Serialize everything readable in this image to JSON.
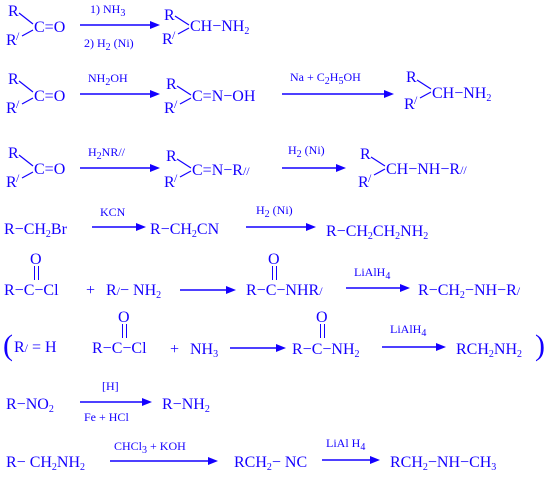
{
  "color": "#1400ff",
  "R": "R",
  "Rp": "R",
  "prime": "/",
  "dprime": "//",
  "CO": "C=O",
  "eqO": "=O",
  "C": "C",
  "O": "O",
  "H": "H",
  "N": "N",
  "dash": "−",
  "plus": "+",
  "r1": {
    "c1": "1) NH",
    "c1sub": "3",
    "c2": "2) H",
    "c2sub": "2",
    "c2tail": " (Ni)",
    "p": "CH−NH",
    "psub": "2"
  },
  "r2": {
    "c1": "NH",
    "c1sub": "2",
    "c1tail": "OH",
    "i": "C=N−OH",
    "c2": "Na + C",
    "c2sub1": "2",
    "c2mid": "H",
    "c2sub2": "5",
    "c2tail": "OH",
    "p": "CH−NH",
    "psub": "2"
  },
  "r3": {
    "c1": "H",
    "c1sub": "2",
    "c1tail": "NR",
    "i": "C=N−R",
    "c2": "H",
    "c2sub": "2",
    "c2tail": " (Ni)",
    "p": "CH−NH−R"
  },
  "r4": {
    "a": "R−CH",
    "asub": "2",
    "atail": "Br",
    "c1": "KCN",
    "b": "R−CH",
    "bsub": "2",
    "btail": "CN",
    "c2": "H",
    "c2sub": "2",
    "c2tail": " (Ni)",
    "p1": "R−CH",
    "psub1": "2",
    "p2": "CH",
    "psub2": "2",
    "p3": "NH",
    "psub3": "2"
  },
  "r5": {
    "Cl": "−Cl",
    "RC": "R−C",
    "amine": "NH",
    "aminesub": "2",
    "amide": "−NHR",
    "c2": "LiAlH",
    "c2sub": "4",
    "p1": "R−CH",
    "psub": "2",
    "p2": "−NH−R"
  },
  "r6": {
    "rh": "R",
    "rh2": " = H",
    "nh3": "NH",
    "nh3sub": "3",
    "amide": "−NH",
    "amidesub": "2",
    "c": "LiAlH",
    "csub": "4",
    "p1": "RCH",
    "psub1": "2",
    "p2": "NH",
    "psub2": "2"
  },
  "r7": {
    "a": "R−NO",
    "asub": "2",
    "c1": "[H]",
    "c2": "Fe + HCl",
    "p": "R−NH",
    "psub": "2"
  },
  "r8": {
    "a": "R− CH",
    "asub1": "2",
    "a2": "NH",
    "asub2": "2",
    "c1": "CHCl",
    "c1sub": "3",
    "c1tail": " + KOH",
    "b": "RCH",
    "bsub": "2",
    "btail": "− NC",
    "c2": "LiAl H",
    "c2sub": "4",
    "p1": "RCH",
    "psub": "2",
    "p2": "−NH−CH",
    "psub2": "3"
  }
}
